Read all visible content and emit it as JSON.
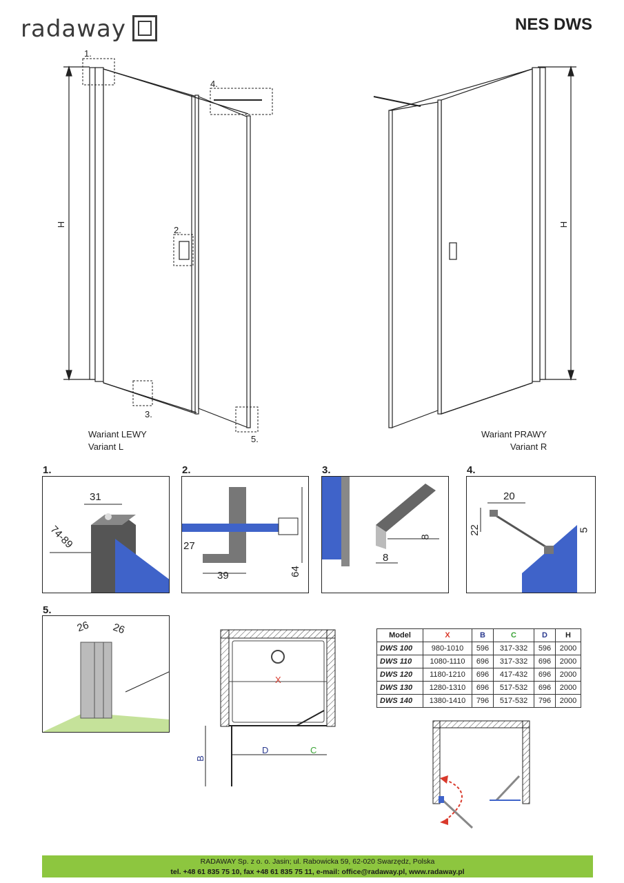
{
  "header": {
    "brand": "radaway",
    "product_title": "NES DWS"
  },
  "main_drawing": {
    "callouts": [
      "1.",
      "2.",
      "3.",
      "4.",
      "5."
    ],
    "height_label": "H",
    "variant_left": {
      "line1": "Wariant LEWY",
      "line2": "Variant L"
    },
    "variant_right": {
      "line1": "Wariant PRAWY",
      "line2": "Variant R"
    }
  },
  "details": [
    {
      "num": "1.",
      "dims": [
        "31",
        "74-89"
      ]
    },
    {
      "num": "2.",
      "dims": [
        "27",
        "39",
        "64"
      ]
    },
    {
      "num": "3.",
      "dims": [
        "8",
        "8"
      ]
    },
    {
      "num": "4.",
      "dims": [
        "20",
        "22",
        "5"
      ]
    },
    {
      "num": "5.",
      "dims": [
        "26",
        "26"
      ]
    }
  ],
  "plan": {
    "x": "X",
    "b": "B",
    "d": "D",
    "c": "C"
  },
  "table": {
    "headers": [
      "Model",
      "X",
      "B",
      "C",
      "D",
      "H"
    ],
    "header_colors": [
      "#222222",
      "#d9392b",
      "#2b3a8f",
      "#3aa335",
      "#2b3a8f",
      "#222222"
    ],
    "rows": [
      [
        "DWS 100",
        "980-1010",
        "596",
        "317-332",
        "596",
        "2000"
      ],
      [
        "DWS 110",
        "1080-1110",
        "696",
        "317-332",
        "696",
        "2000"
      ],
      [
        "DWS 120",
        "1180-1210",
        "696",
        "417-432",
        "696",
        "2000"
      ],
      [
        "DWS 130",
        "1280-1310",
        "696",
        "517-532",
        "696",
        "2000"
      ],
      [
        "DWS 140",
        "1380-1410",
        "796",
        "517-532",
        "796",
        "2000"
      ]
    ]
  },
  "footer": {
    "line1": "RADAWAY Sp. z o. o. Jasin; ul. Rabowicka 59, 62-020 Swarzędz, Polska",
    "line2": "tel. +48 61 835 75 10, fax +48 61 835 75 11, e-mail: office@radaway.pl, www.radaway.pl"
  },
  "colors": {
    "accent_green": "#8dc63f",
    "glass_blue": "#3f63c9",
    "red_dim": "#d9392b",
    "blue_dim": "#2b3a8f",
    "green_dim": "#3aa335"
  }
}
